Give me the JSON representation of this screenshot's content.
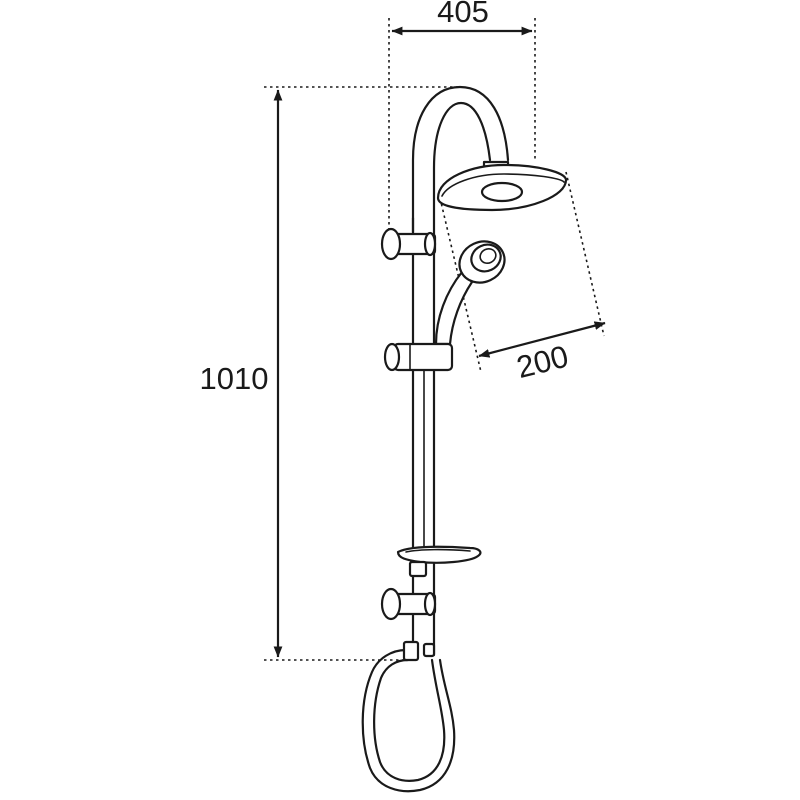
{
  "dimensions": {
    "top_width": "405",
    "total_height": "1010",
    "head_diameter": "200"
  },
  "colors": {
    "ink": "#1a1a1a",
    "background": "#ffffff"
  }
}
